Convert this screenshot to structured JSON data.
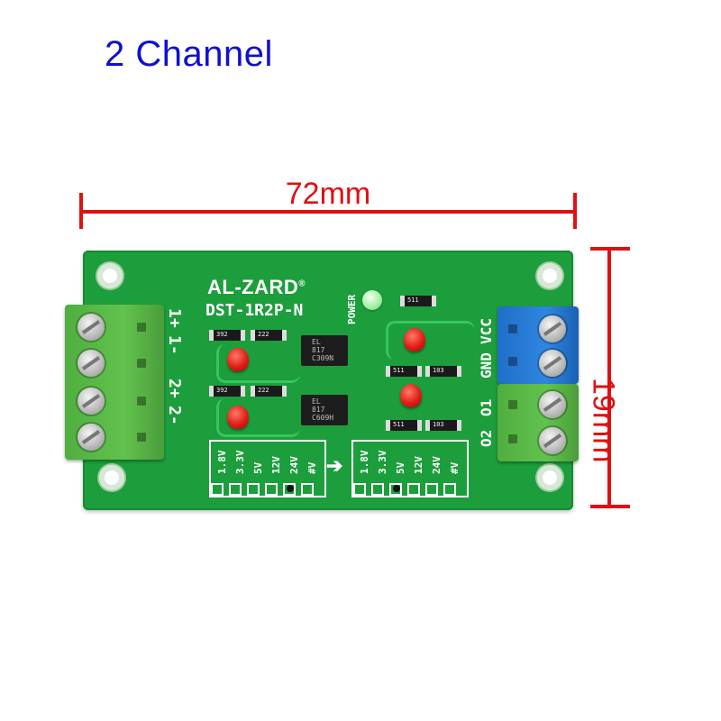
{
  "title": "2 Channel",
  "dimensions": {
    "width_label": "72mm",
    "height_label": "19mm",
    "color": "#e01010"
  },
  "board": {
    "logo": "AL-ZARD",
    "logo_mark": "®",
    "model": "DST-1R2P-N",
    "power_label": "POWER",
    "input_pins": [
      "1+",
      "1-",
      "2+",
      "2-"
    ],
    "output_pins": [
      "GND",
      "VCC",
      "O1",
      "O2"
    ],
    "ic_text": [
      "EL",
      "817",
      "C309N",
      "C609H"
    ],
    "resistors": [
      "392",
      "222",
      "392",
      "222",
      "511",
      "103",
      "511",
      "103",
      "511"
    ],
    "input_voltages": [
      "1.8V",
      "3.3V",
      "5V",
      "12V",
      "24V",
      "#V"
    ],
    "output_voltages": [
      "1.8V",
      "3.3V",
      "5V",
      "12V",
      "24V",
      "#V"
    ],
    "arrow": "➔",
    "colors": {
      "pcb": "#1c9e3c",
      "terminal_green": "#55b443",
      "terminal_blue": "#2a7fd6",
      "led_red": "#e01e14",
      "led_green": "#a6f0a6"
    }
  }
}
